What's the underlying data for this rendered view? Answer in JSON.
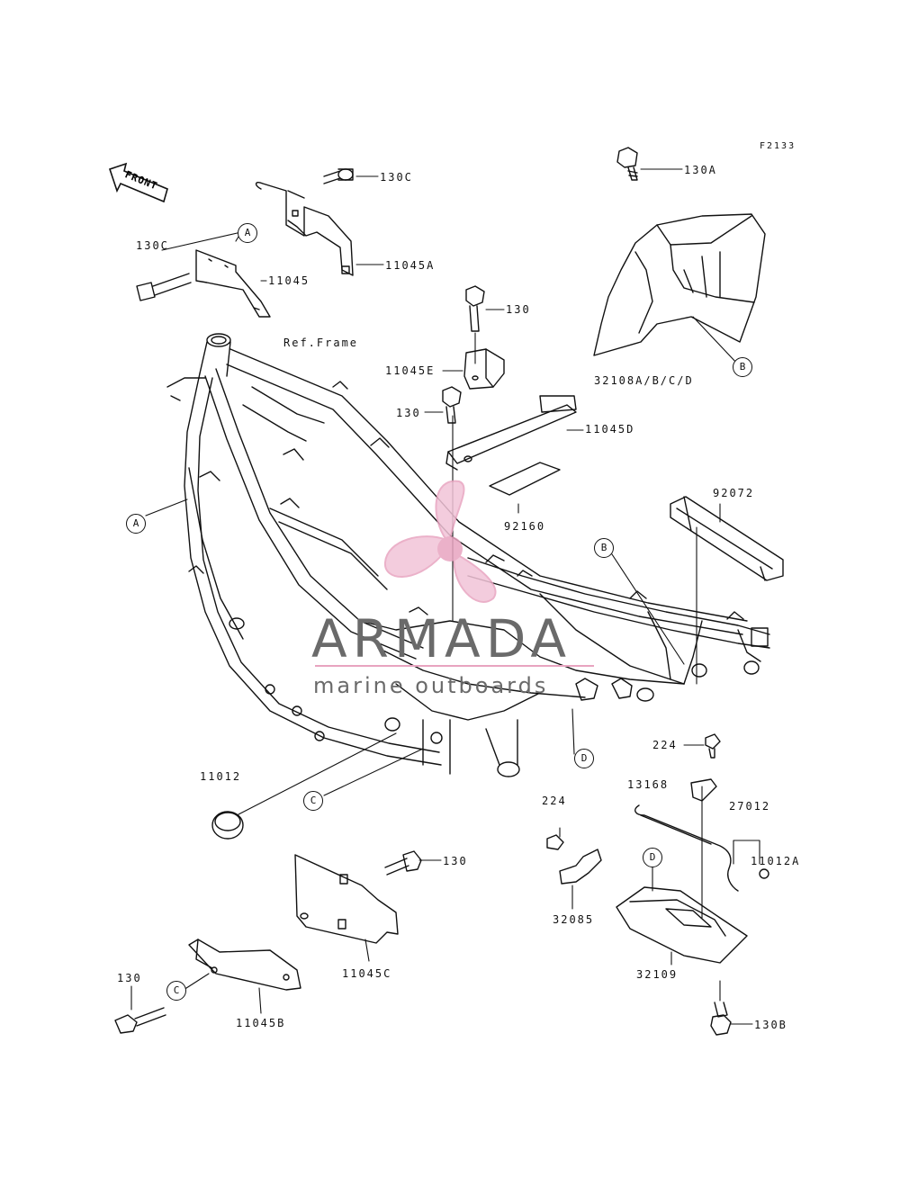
{
  "diagram": {
    "code": "F2133",
    "front_label": "FRONT",
    "ref_frame": "Ref.Frame",
    "parts": {
      "p130C_top": "130C",
      "p130C_left": "130C",
      "p11045": "11045",
      "p11045A": "11045A",
      "p130A": "130A",
      "p32108": "32108A/B/C/D",
      "p130_e": "130",
      "p11045E": "11045E",
      "p130_d": "130",
      "p11045D": "11045D",
      "p92160": "92160",
      "p92072": "92072",
      "p224_a": "224",
      "p11012": "11012",
      "p13168": "13168",
      "p27012": "27012",
      "p11012A": "11012A",
      "p224_b": "224",
      "p32085": "32085",
      "p130_c": "130",
      "p11045C": "11045C",
      "p32109": "32109",
      "p130B": "130B",
      "p130_b": "130",
      "p11045B": "11045B"
    },
    "refs": {
      "A_top": "A",
      "A_frame": "A",
      "B_cover": "B",
      "B_frame": "B",
      "C_frame": "C",
      "C_bracket": "C",
      "D_frame": "D",
      "D_guard": "D"
    }
  },
  "watermark": {
    "brand": "ARMADA",
    "tagline": "marine outboards",
    "colors": {
      "pink": "#e8a4c0",
      "gray": "#6a6a6a"
    }
  }
}
